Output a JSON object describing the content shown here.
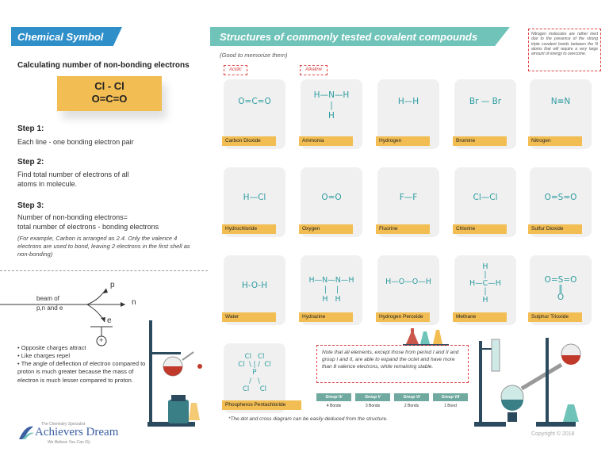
{
  "left_panel": {
    "banner": "Chemical Symbol",
    "subtitle": "Calculating number of non-bonding electrons",
    "formula_line1": "Cl - Cl",
    "formula_line2": "O=C=O",
    "step1_title": "Step 1:",
    "step1_text": "Each line - one bonding electron pair",
    "step2_title": "Step 2:",
    "step2_text_l1": "Find total number of electrons of all",
    "step2_text_l2": "atoms in molecule.",
    "step3_title": "Step 3:",
    "step3_text_l1": "Number of non-bonding electrons=",
    "step3_text_l2": "total number of electrons - bonding electrons",
    "step3_note": "(For example, Carbon is arranged as 2.4. Only the valence 4 electrons are used to bond, leaving 2 electrons in the first shell as non-bonding)",
    "diagram": {
      "beam_label_l1": "beam of",
      "beam_label_l2": "p,n and e",
      "p": "p",
      "n": "n",
      "e": "e",
      "plus": "+"
    },
    "bullets": [
      "Opposite charges attract",
      "Like charges repel",
      "The angle of deflection of electron compared to proton is much greater because the mass of electron is much lesser compared to proton."
    ]
  },
  "logo": {
    "tagline_top": "The Chemistry Specialist",
    "name": "Achievers Dream",
    "tagline_bottom": "We Believe You Can Fly"
  },
  "right_panel": {
    "banner": "Structures of commonly tested covalent compounds",
    "good_note": "(Good to memorize them)",
    "tag_acidic": "Acidic",
    "tag_alkaline": "Alkaline",
    "nitrogen_note": "Nitrogen molecules are rather inert due to the presence of the strong triple covalent bonds between the N atoms that will require a very large amount of energy to overcome.",
    "compounds": [
      {
        "formula": "O=C=O",
        "label": "Carbon Dioxide"
      },
      {
        "formula": "H—N—H\n|\nH",
        "label": "Ammonia"
      },
      {
        "formula": "H—H",
        "label": "Hydrogen"
      },
      {
        "formula": "Br — Br",
        "label": "Bromine"
      },
      {
        "formula": "N≡N",
        "label": "Nitrogen"
      },
      {
        "formula": "H—Cl",
        "label": "Hydrochloride"
      },
      {
        "formula": "O=O",
        "label": "Oxygen"
      },
      {
        "formula": "F—F",
        "label": "Fluorine"
      },
      {
        "formula": "Cl—Cl",
        "label": "Chlorine"
      },
      {
        "formula": "O=S=O",
        "label": "Sulfur Dioxide"
      },
      {
        "formula": "H-O-H",
        "label": "Water"
      },
      {
        "formula": "H—N—N—H\n|    |\nH   H",
        "label": "Hydrazine"
      },
      {
        "formula": "H—O—O—H",
        "label": "Hydrogen Peroxide"
      },
      {
        "formula": "H\n|\nH—C—H\n|\nH",
        "label": "Methane"
      },
      {
        "formula": "O=S=O\n‖\nO",
        "label": "Sulphur Trioxide"
      },
      {
        "formula": "Cl   Cl\nCl  \\ | /  Cl\nP\n/   \\\nCl     Cl",
        "label": "Phospheros Pentachloride"
      }
    ],
    "octet_note": "Note that all elements, except those from period I and II and group I and II, are able to expand the octet and have more than 8 valence electrons, while remaining stable.",
    "groups": [
      {
        "group": "Group IV",
        "bonds": "4 Bonds"
      },
      {
        "group": "Group V",
        "bonds": "3 Bonds"
      },
      {
        "group": "Group VI",
        "bonds": "2 Bonds"
      },
      {
        "group": "Group VII",
        "bonds": "1 Bond"
      }
    ],
    "footnote": "*The dot and cross diagram can be easily deduced from the structure.",
    "copyright": "Copyright © 2018"
  },
  "colors": {
    "blue_banner": "#2f8fc9",
    "teal_banner": "#6fc3b8",
    "label_yellow": "#f2bd52",
    "formula_teal": "#2d9ca0",
    "note_red": "#dd4444"
  }
}
